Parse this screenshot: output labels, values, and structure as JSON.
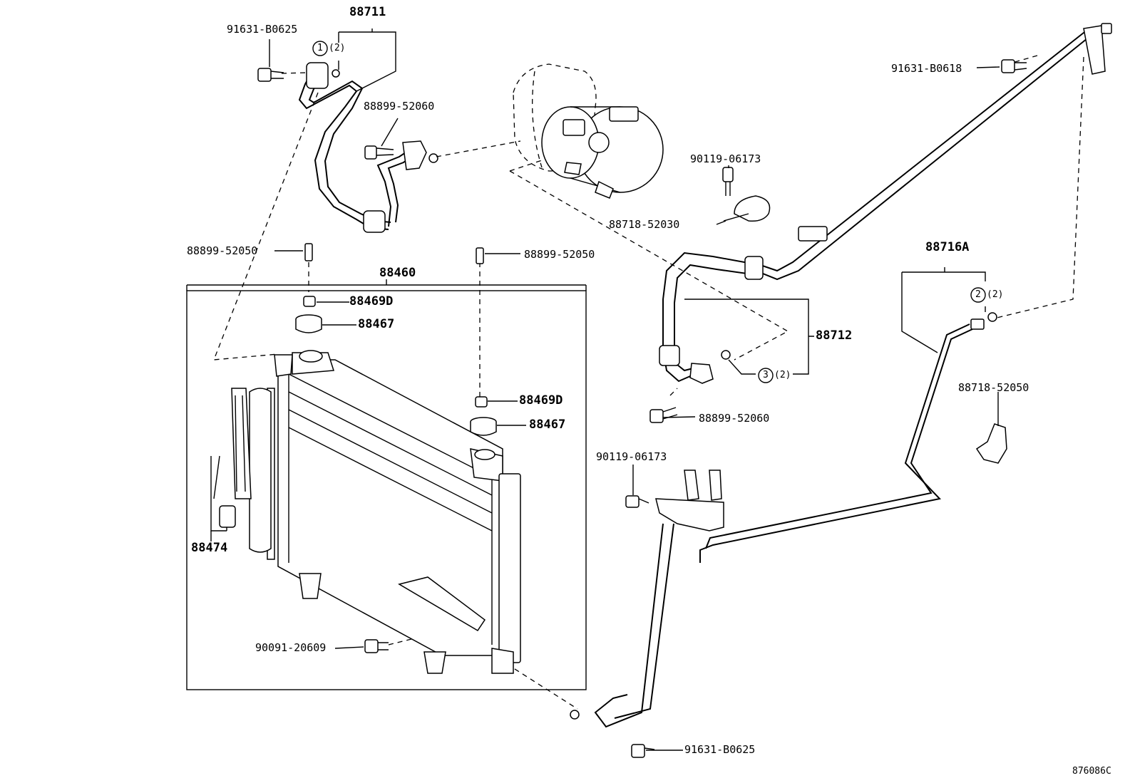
{
  "labels": {
    "l88711": "88711",
    "l91631_b0625_top": "91631-B0625",
    "l88899_52060_top": "88899-52060",
    "l91631_b0618": "91631-B0618",
    "l90119_06173_top": "90119-06173",
    "l88718_52030": "88718-52030",
    "l88899_52050_left": "88899-52050",
    "l88899_52050_right": "88899-52050",
    "l88460": "88460",
    "l88469d_top": "88469D",
    "l88467_top": "88467",
    "l88469d_mid": "88469D",
    "l88467_mid": "88467",
    "l88474": "88474",
    "l90091_20609": "90091-20609",
    "l88716a": "88716A",
    "l88712": "88712",
    "l88899_52060_mid": "88899-52060",
    "l88718_52050": "88718-52050",
    "l90119_06173_bot": "90119-06173",
    "l91631_b0625_bot": "91631-B0625",
    "figure_code": "876086C"
  },
  "callouts": {
    "c1": {
      "num": "1",
      "qty": "(2)"
    },
    "c2": {
      "num": "2",
      "qty": "(2)"
    },
    "c3": {
      "num": "3",
      "qty": "(2)"
    }
  }
}
